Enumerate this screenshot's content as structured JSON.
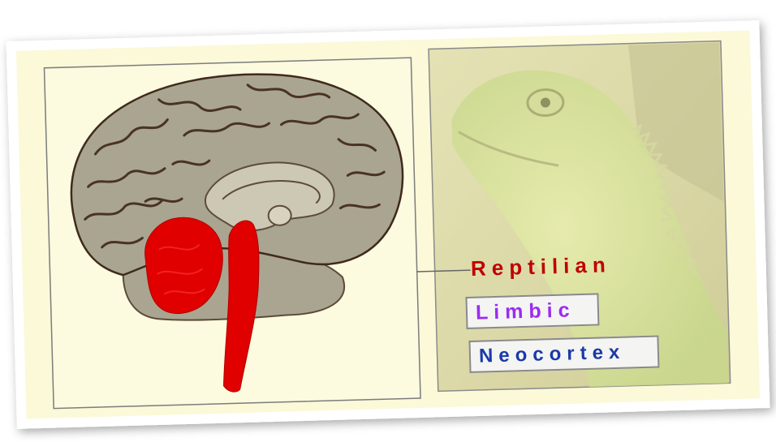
{
  "labels": {
    "reptilian": "Reptilian",
    "limbic": "Limbic",
    "neocortex": "Neocortex"
  },
  "colors": {
    "reptilian": "#c00000",
    "limbic": "#9a2cf0",
    "neocortex": "#1a3aa8",
    "background": "#fbf9d8",
    "brain_highlight": "#e00000"
  }
}
